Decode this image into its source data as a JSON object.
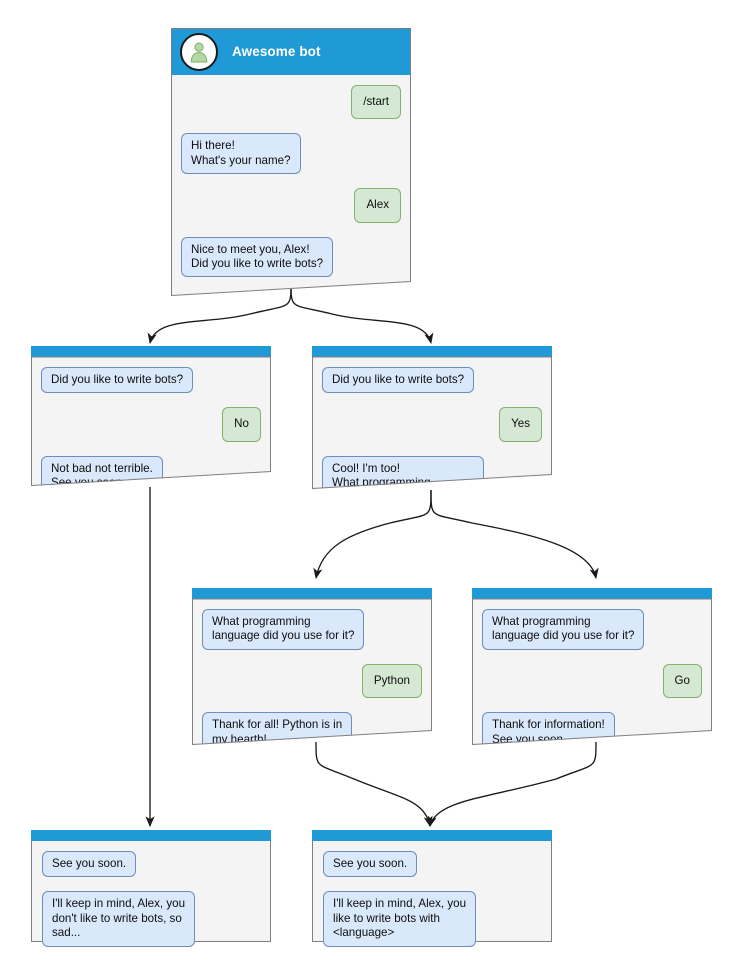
{
  "diagram": {
    "kind": "bot-conversation-flowchart",
    "background": "#ffffff",
    "colors": {
      "header_blue": "#1f9ad6",
      "card_bg": "#f4f4f4",
      "card_border": "#808080",
      "bot_bubble_bg": "#dae8fc",
      "bot_bubble_border": "#6c8ebf",
      "user_bubble_bg": "#d5e8d4",
      "user_bubble_border": "#82b366",
      "edge_stroke": "#1a1a1a",
      "avatar_fill": "#ffffff",
      "avatar_person": "#b3d9a3"
    }
  },
  "root": {
    "title": "Awesome bot",
    "avatar_icon": "person-avatar-icon",
    "messages": [
      {
        "from": "user",
        "text": "/start"
      },
      {
        "from": "bot",
        "text": "Hi there!\nWhat's your name?"
      },
      {
        "from": "user",
        "text": "Alex"
      },
      {
        "from": "bot",
        "text": "Nice to meet you, Alex!\nDid you like to write bots?"
      }
    ]
  },
  "branch_no": {
    "messages": [
      {
        "from": "bot",
        "text": "Did you like to write bots?"
      },
      {
        "from": "user",
        "text": "No"
      },
      {
        "from": "bot",
        "text": "Not bad not terrible.\nSee you soon."
      }
    ]
  },
  "branch_yes": {
    "messages": [
      {
        "from": "bot",
        "text": "Did you like to write bots?"
      },
      {
        "from": "user",
        "text": "Yes"
      },
      {
        "from": "bot",
        "text": "Cool! I'm too!\nWhat programming\nlanguage did you use for it?"
      }
    ]
  },
  "branch_python": {
    "messages": [
      {
        "from": "bot",
        "text": "What programming\nlanguage did you use for it?"
      },
      {
        "from": "user",
        "text": "Python"
      },
      {
        "from": "bot",
        "text": "Thank for all! Python is in\nmy hearth!\nSee you soon."
      }
    ]
  },
  "branch_go": {
    "messages": [
      {
        "from": "bot",
        "text": "What programming\nlanguage did you use for it?"
      },
      {
        "from": "user",
        "text": "Go"
      },
      {
        "from": "bot",
        "text": "Thank for information!\nSee you soon."
      }
    ]
  },
  "end_sad": {
    "messages": [
      {
        "from": "bot",
        "text": "See you soon."
      },
      {
        "from": "bot",
        "text": "I'll keep in mind, Alex, you\ndon't like to write bots, so\nsad..."
      }
    ]
  },
  "end_happy": {
    "messages": [
      {
        "from": "bot",
        "text": "See you soon."
      },
      {
        "from": "bot",
        "text": "I'll keep in mind, Alex, you\nlike to write bots with\n<language>"
      }
    ]
  }
}
